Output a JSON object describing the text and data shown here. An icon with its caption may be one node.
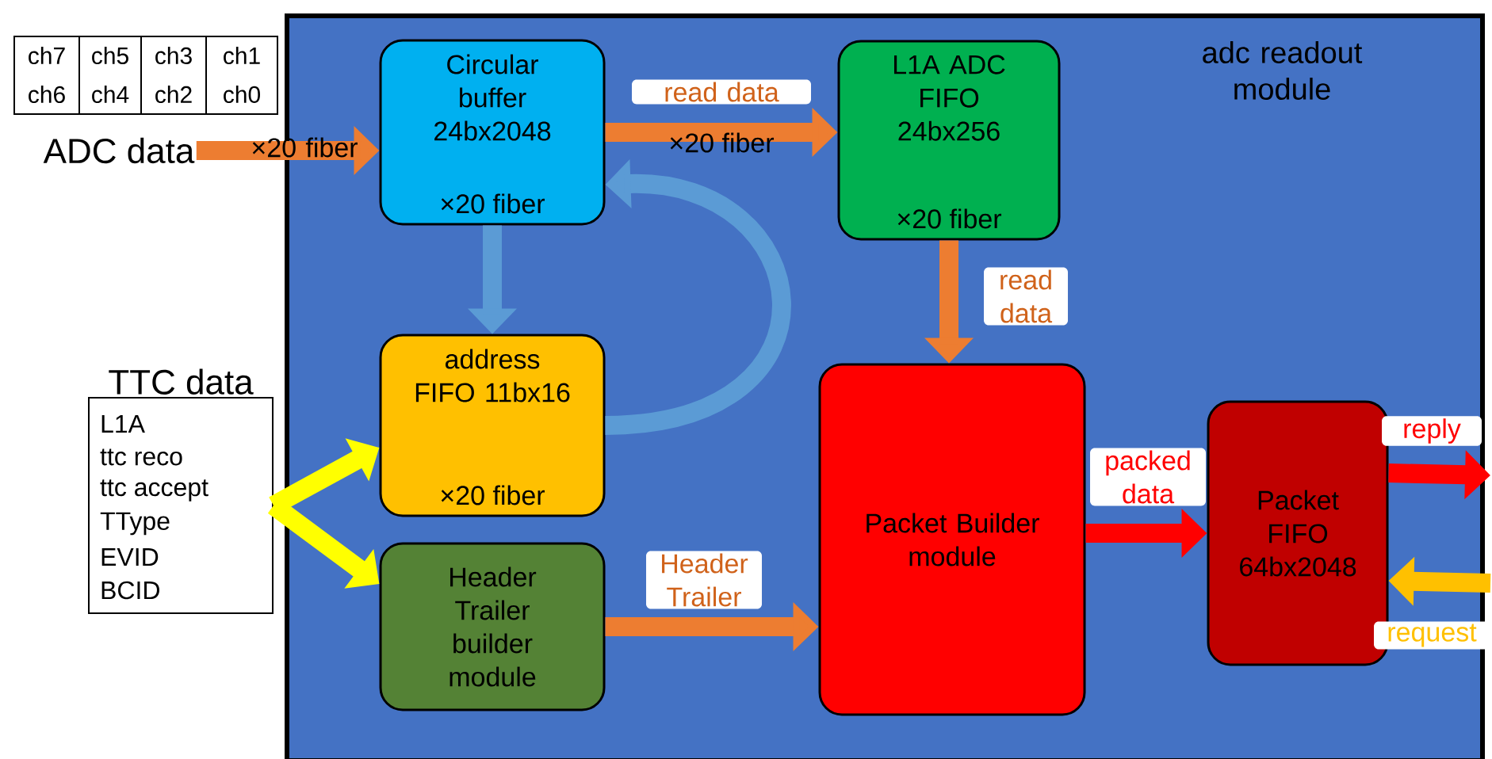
{
  "diagram": {
    "nodes": [
      {
        "text": [
          "adc readout module"
        ]
      },
      {
        "text": [
          "Circular buffer 24bx2048",
          "×20 fiber"
        ],
        "in": 0
      },
      {
        "text": [
          "L1A ADC FIFO 24bx256",
          "×20 fiber"
        ],
        "in": 0
      },
      {
        "text": [
          "address FIFO 11bx16",
          "×20 fiber"
        ],
        "in": 0
      },
      {
        "text": [
          "Header Trailer builder module"
        ],
        "in": 0
      },
      {
        "text": [
          "Packet Builder module"
        ],
        "in": 0
      },
      {
        "text": [
          "Packet FIFO 64bx2048"
        ],
        "in": 0
      },
      {
        "text": [
          "ADC data"
        ]
      },
      {
        "text": [
          "TTC data",
          "L1A",
          "ttc reco",
          "ttc accept",
          "TType",
          "EVID",
          "BCID"
        ]
      }
    ],
    "edges": [
      {
        "from": 7,
        "to": 1,
        "arrow": "to",
        "label": "×20 fiber"
      },
      {
        "from": 1,
        "to": 2,
        "arrow": "to",
        "label": "read data"
      },
      {
        "from": 1,
        "to": 3,
        "arrow": "to",
        "color": "#5b9bd5"
      },
      {
        "from": 3,
        "to": 1,
        "arrow": "to",
        "color": "#5b9bd5"
      },
      {
        "from": 2,
        "to": 5,
        "arrow": "to",
        "label": "read data"
      },
      {
        "from": 8,
        "to": 3,
        "arrow": "to",
        "color": "#ffff00"
      },
      {
        "from": 8,
        "to": 4,
        "arrow": "to",
        "color": "#ffff00"
      },
      {
        "from": 4,
        "to": 5,
        "arrow": "to",
        "label": "Header Trailer"
      },
      {
        "from": 5,
        "to": 6,
        "arrow": "to",
        "label": "packed data",
        "color": "#ff0000"
      },
      {
        "from": 6,
        "to": null,
        "arrow": "to",
        "label": "reply",
        "color": "#ff0000"
      },
      {
        "from": null,
        "to": 6,
        "arrow": "to",
        "label": "request",
        "color": "#ffc000"
      }
    ],
    "labels": [
      "ch7",
      "ch5",
      "ch3",
      "ch1",
      "ch6",
      "ch4",
      "ch2",
      "ch0",
      "×20 fiber"
    ]
  }
}
